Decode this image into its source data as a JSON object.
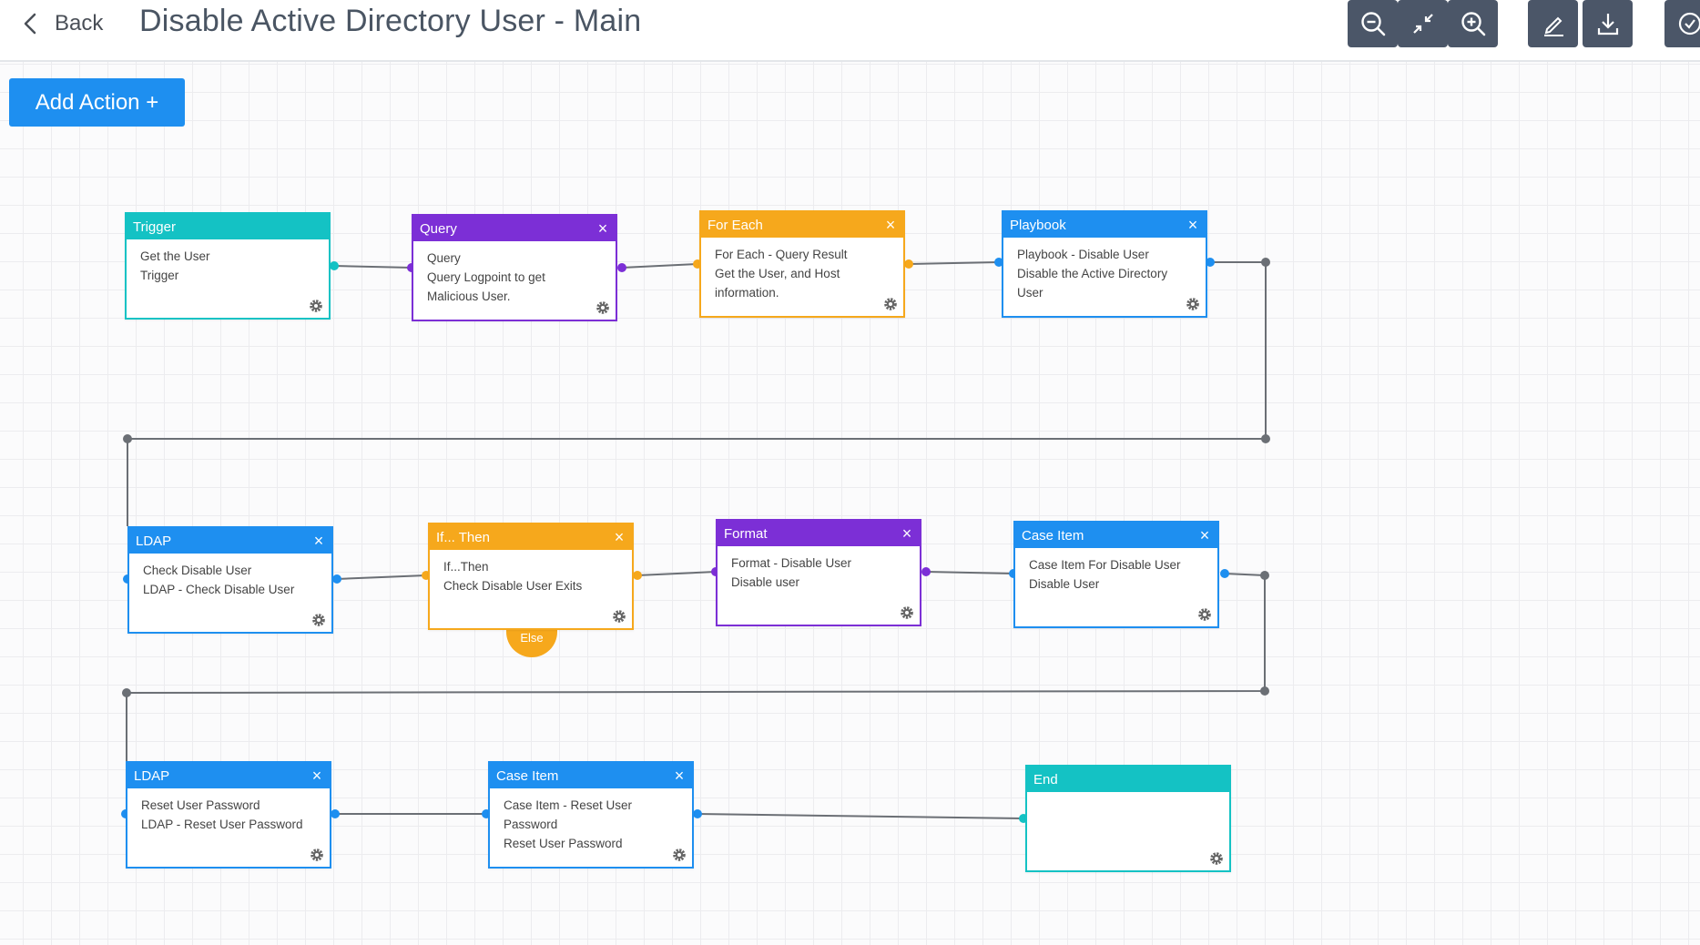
{
  "header": {
    "back_label": "Back",
    "title": "Disable Active Directory User - Main",
    "toolbar": [
      {
        "icon": "zoom-out-icon"
      },
      {
        "icon": "fit-screen-icon"
      },
      {
        "icon": "zoom-in-icon"
      },
      {
        "icon": "edit-icon"
      },
      {
        "icon": "download-icon"
      },
      {
        "icon": "check-circle-icon"
      }
    ]
  },
  "canvas": {
    "add_action_label": "Add Action +"
  },
  "colors": {
    "trigger": "#14c2c4",
    "query": "#7c2fd6",
    "foreach": "#f6a81c",
    "playbook": "#1e8ff0",
    "wire": "#6b6f75"
  },
  "nodes": [
    {
      "title": "Trigger",
      "lines": [
        "Get the User",
        "Trigger"
      ],
      "closable": false
    },
    {
      "title": "Query",
      "lines": [
        "Query",
        "Query Logpoint to get",
        "Malicious User."
      ],
      "closable": true
    },
    {
      "title": "For Each",
      "lines": [
        "For Each - Query Result",
        "Get the User, and Host",
        "information."
      ],
      "closable": true
    },
    {
      "title": "Playbook",
      "lines": [
        "Playbook - Disable User",
        "Disable the Active Directory",
        "User"
      ],
      "closable": true
    },
    {
      "title": "LDAP",
      "lines": [
        "Check Disable User",
        "LDAP - Check Disable User"
      ],
      "closable": true
    },
    {
      "title": "If... Then",
      "lines": [
        "If...Then",
        "Check Disable User Exits"
      ],
      "closable": true
    },
    {
      "title": "Format",
      "lines": [
        "Format - Disable User",
        "Disable user"
      ],
      "closable": true
    },
    {
      "title": "Case Item",
      "lines": [
        "Case Item For Disable User",
        "Disable User"
      ],
      "closable": true
    },
    {
      "title": "LDAP",
      "lines": [
        "Reset User Password",
        "LDAP - Reset User Password"
      ],
      "closable": true
    },
    {
      "title": "Case Item",
      "lines": [
        "Case Item - Reset User",
        "Password",
        "Reset User Password"
      ],
      "closable": true
    },
    {
      "title": "End",
      "lines": [],
      "closable": false
    }
  ],
  "else_label": "Else"
}
